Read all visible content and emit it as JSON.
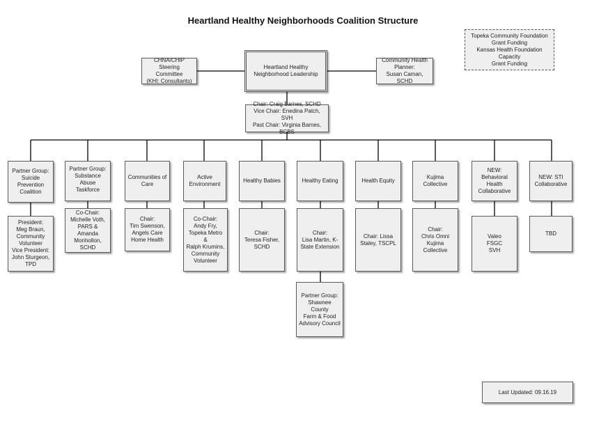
{
  "title": "Heartland Healthy Neighborhoods Coalition Structure",
  "leadership": [
    "Heartland Healthy",
    "Neighborhood Leadership"
  ],
  "steering": [
    "CHNA/CHIP Steering",
    "Committee",
    "(KHI: Consultants)"
  ],
  "planner": [
    "Community Health",
    "Planner:",
    "Susan Caman, SCHD"
  ],
  "funding": [
    "Topeka Community Foundation",
    "Grant Funding",
    "Kansas Health Foundation Capacity",
    "Grant Funding"
  ],
  "chairs": [
    "Chair: Craig Barnes, SCHD",
    "Vice Chair: Enedina Patch, SVH",
    "Past Chair: Virginia Barnes, BCBS"
  ],
  "groups": [
    {
      "name": [
        "Partner Group:",
        "Suicide",
        "Prevention",
        "Coalition"
      ],
      "detail": [
        "President:",
        "Meg Braun,",
        "Community",
        "Volunteer",
        "Vice President:",
        "John Sturgeon,",
        "TPD"
      ]
    },
    {
      "name": [
        "Partner Group:",
        "Substance",
        "Abuse Taskforce"
      ],
      "detail": [
        "Co-Chair:",
        "Michelle Voth,",
        "PARS & Amanda",
        "Monhollon,",
        "SCHD"
      ]
    },
    {
      "name": [
        "Communities of",
        "Care"
      ],
      "detail": [
        "Chair:",
        "Tim Swenson,",
        "Angels Care",
        "Home Health"
      ]
    },
    {
      "name": [
        "Active",
        "Environment"
      ],
      "detail": [
        "Co-Chair:",
        "Andy Fry,",
        "Topeka Metro &",
        "Ralph Krumins,",
        "Community",
        "Volunteer"
      ]
    },
    {
      "name": [
        "Healthy Babies"
      ],
      "detail": [
        "Chair:",
        "Teresa Fisher,",
        "SCHD"
      ]
    },
    {
      "name": [
        "Healthy Eating"
      ],
      "detail": [
        "Chair:",
        "Lisa Martin, K-",
        "State Extension"
      ]
    },
    {
      "name": [
        "Health Equity"
      ],
      "detail": [
        "Chair: Lissa",
        "Staley, TSCPL"
      ]
    },
    {
      "name": [
        "Kujima",
        "Collective"
      ],
      "detail": [
        "Chair:",
        "Chris Omni",
        "Kujima",
        "Collective"
      ]
    },
    {
      "name": [
        "NEW: Behavioral",
        "Health",
        "Collaborative"
      ],
      "detail": [
        "Valeo",
        "FSGC",
        "SVH"
      ]
    },
    {
      "name": [
        "NEW: STI",
        "Collaborative"
      ],
      "detail": [
        "TBD"
      ]
    }
  ],
  "subpartner": [
    "Partner Group:",
    "Shawnee County",
    "Farm & Food",
    "Advisory Council"
  ],
  "updated": "Last Updated: 09.16.19"
}
